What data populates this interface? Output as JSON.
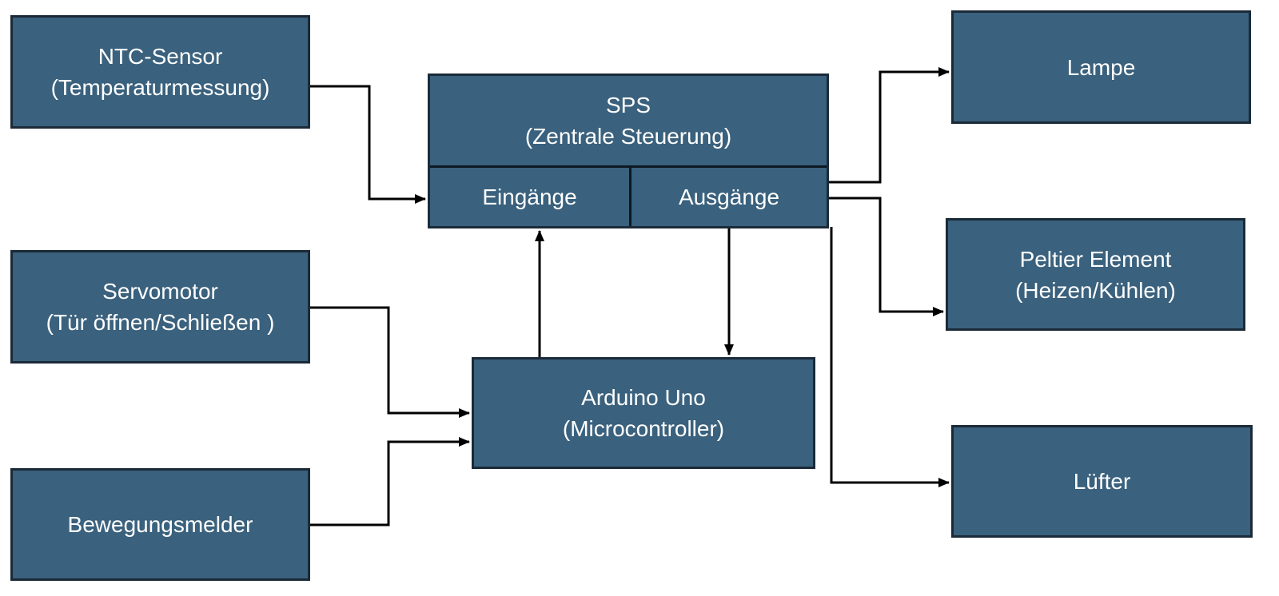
{
  "colors": {
    "node_fill": "#3A617D",
    "node_border": "#1B2A38",
    "connector": "#000000",
    "text": "#FFFFFF",
    "background": "#FFFFFF"
  },
  "nodes": {
    "ntc": {
      "lines": [
        "NTC-Sensor",
        "(Temperaturmessung)"
      ]
    },
    "servo": {
      "lines": [
        "Servomotor",
        "(Tür öffnen/Schließen )"
      ]
    },
    "bewegung": {
      "label": "Bewegungsmelder"
    },
    "sps": {
      "lines": [
        "SPS",
        "(Zentrale Steuerung)"
      ]
    },
    "eingaenge": {
      "label": "Eingänge"
    },
    "ausgaenge": {
      "label": "Ausgänge"
    },
    "arduino": {
      "lines": [
        "Arduino Uno",
        "(Microcontroller)"
      ]
    },
    "lampe": {
      "label": "Lampe"
    },
    "peltier": {
      "lines": [
        "Peltier Element",
        "(Heizen/Kühlen)"
      ]
    },
    "luefter": {
      "label": "Lüfter"
    }
  },
  "edges": [
    {
      "from": "NTC-Sensor (Temperaturmessung)",
      "to": "SPS Eingänge"
    },
    {
      "from": "Servomotor (Tür öffnen/Schließen )",
      "to": "Arduino Uno (Microcontroller)"
    },
    {
      "from": "Bewegungsmelder",
      "to": "Arduino Uno (Microcontroller)"
    },
    {
      "from": "Arduino Uno (Microcontroller)",
      "to": "SPS Eingänge"
    },
    {
      "from": "SPS Ausgänge",
      "to": "Arduino Uno (Microcontroller)"
    },
    {
      "from": "SPS Ausgänge",
      "to": "Lampe"
    },
    {
      "from": "SPS Ausgänge",
      "to": "Peltier Element (Heizen/Kühlen)"
    },
    {
      "from": "SPS Ausgänge",
      "to": "Lüfter"
    }
  ]
}
